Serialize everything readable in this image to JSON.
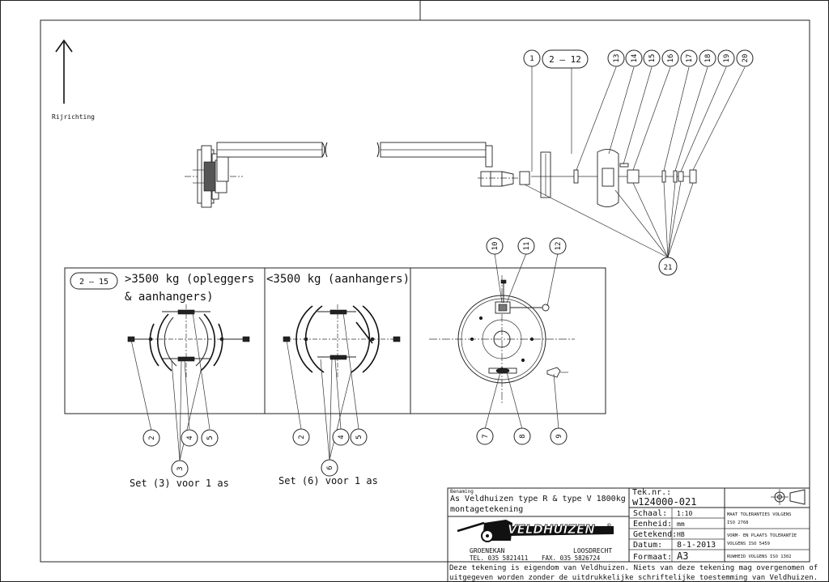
{
  "direction_label": "Rijrichting",
  "balloons": {
    "b1": "1",
    "b2_12": "2 — 12",
    "b13": "13",
    "b14": "14",
    "b15": "15",
    "b16": "16",
    "b17": "17",
    "b18": "18",
    "b19": "19",
    "b20": "20",
    "b21": "21",
    "b10": "10",
    "b11": "11",
    "b12": "12",
    "b7": "7",
    "b8": "8",
    "b9": "9",
    "b2_15": "2 — 15",
    "left_b2": "2",
    "left_b4": "4",
    "left_b5": "5",
    "left_b3": "3",
    "mid_b2": "2",
    "mid_b4": "4",
    "mid_b5": "5",
    "mid_b6": "6"
  },
  "panels": {
    "heavy_title_line1": ">3500 kg (opleggers",
    "heavy_title_line2": "& aanhangers)",
    "light_title": "<3500 kg (aanhangers)"
  },
  "set_labels": {
    "left": "Set (3) voor 1 as",
    "mid": "Set (6) voor 1 as"
  },
  "title_block": {
    "benaming_label": "Benaming",
    "benaming_line1": "As Veldhuizen type R & type V 1800kg",
    "benaming_line2": "montagetekening",
    "teknr_label": "Tek.nr.:",
    "teknr_value": "w124000-021",
    "schaal_label": "Schaal:",
    "schaal_value": "1:10",
    "eenheid_label": "Eenheid:",
    "eenheid_value": "mm",
    "getekend_label": "Getekend:",
    "getekend_value": "HB",
    "datum_label": "Datum:",
    "datum_value": "8-1-2013",
    "formaat_label": "Formaat:",
    "formaat_value": "A3",
    "tol1_line1": "MAAT TOLERANTIES VOLGENS",
    "tol1_line2": "ISO 2768",
    "tol2_line1": "VORM- EN PLAATS TOLERANTIE",
    "tol2_line2": "VOLGENS ISO 5459",
    "tol3": "RUWHEID VOLGENS ISO 1302",
    "company_name": "VELDHUIZEN",
    "company_reg": "®",
    "city_left": "GROENEKAN",
    "city_right": "LOOSDRECHT",
    "tel": "TEL. 035 5821411",
    "fax": "FAX. 035 5826724"
  },
  "footer": {
    "line1": "Deze tekening is eigendom van Veldhuizen. Niets van deze tekening mag overgenomen of",
    "line2": "uitgegeven worden zonder de uitdrukkelijke schriftelijke toestemming van Veldhuizen."
  }
}
